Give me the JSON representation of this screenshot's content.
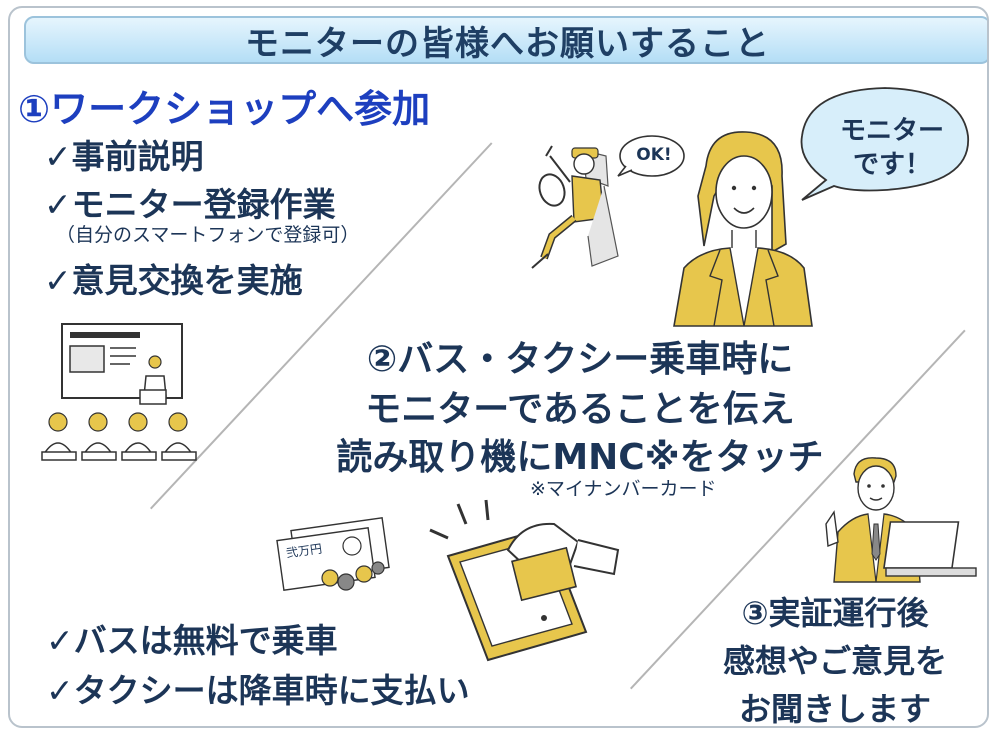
{
  "title": "モニターの皆様へお願いすること",
  "section1": {
    "heading": "①ワークショップへ参加",
    "items": [
      "✓事前説明",
      "✓モニター登録作業",
      "✓意見交換を実施"
    ],
    "note": "（自分のスマートフォンで登録可）"
  },
  "section2": {
    "lines": [
      "②バス・タクシー乗車時に",
      "モニターであることを伝え",
      "読み取り機にMNC※をタッチ"
    ],
    "footnote": "※マイナンバーカード"
  },
  "payment": {
    "items": [
      "✓バスは無料で乗車",
      "✓タクシーは降車時に支払い"
    ]
  },
  "section3": {
    "lines": [
      "③実証運行後",
      "感想やご意見を",
      "お聞きします"
    ]
  },
  "bubbles": {
    "ok": "OK!",
    "monitor_line1": "モニター",
    "monitor_line2": "です！"
  },
  "illustration": {
    "banknote_text": "弐万円"
  }
}
